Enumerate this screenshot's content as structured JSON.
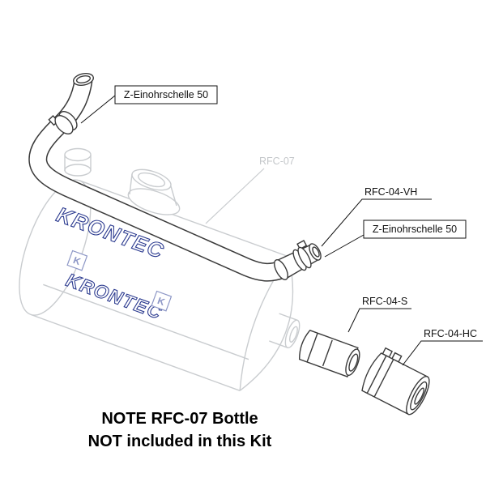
{
  "diagram": {
    "brand": "KRONTEC",
    "brand_mark": "K",
    "labels": {
      "clamp_top": "Z-Einohrschelle 50",
      "bottle": "RFC-07",
      "fitting_vh": "RFC-04-VH",
      "clamp_right": "Z-Einohrschelle 50",
      "fitting_s": "RFC-04-S",
      "fitting_hc": "RFC-04-HC"
    },
    "note": {
      "line1": "NOTE RFC-07 Bottle",
      "line2": "NOT included in this Kit"
    },
    "colors": {
      "brand_blue": "#2b3a8f",
      "bottle_outline": "#c9cccf",
      "part_outline": "#3a3a3a",
      "label_text": "#111111",
      "muted_label": "#c4c7ca"
    }
  }
}
